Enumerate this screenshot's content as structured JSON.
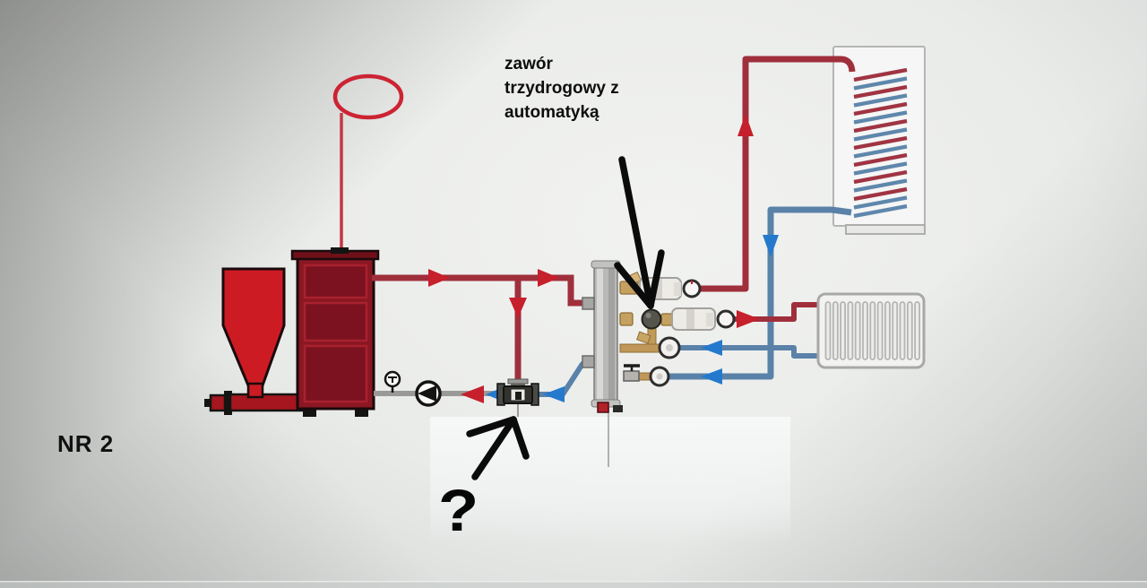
{
  "labels": {
    "valve_note_lines": [
      "zawór",
      "trzydrogowy z",
      "automatyką"
    ],
    "system_number": "NR 2",
    "question_mark": "?"
  },
  "colors": {
    "supply_pipe": "#a02f3c",
    "supply_arrow": "#c5202c",
    "return_pipe": "#5a82a8",
    "return_arrow": "#2579cd",
    "boiler_body": "#8a1722",
    "boiler_panel": "#7c1220",
    "hopper_red": "#cd1b24",
    "brass_fitting": "#c5a161",
    "separator_metal": "#b5b5b3",
    "annotation_black": "#0b0b0b",
    "annotation_red_circle": "#cc2433",
    "background_light": "#f2f3f1",
    "background_dark": "#8e8f8d"
  },
  "components": [
    "fuel-hopper",
    "fuel-feeder",
    "solid-fuel-boiler",
    "riser-red-circle-annotation",
    "supply-pipe",
    "return-pipe",
    "thermometer",
    "circulation-pump",
    "three-way-valve",
    "hydraulic-separator",
    "separator-drain",
    "pump-group-circuit-1",
    "pump-group-circuit-2",
    "mixing-valve-actuator",
    "underfloor-heating-coil",
    "panel-radiator",
    "highlight-box",
    "annotation-arrow-to-mixing-valve",
    "annotation-arrow-to-three-way-valve"
  ]
}
